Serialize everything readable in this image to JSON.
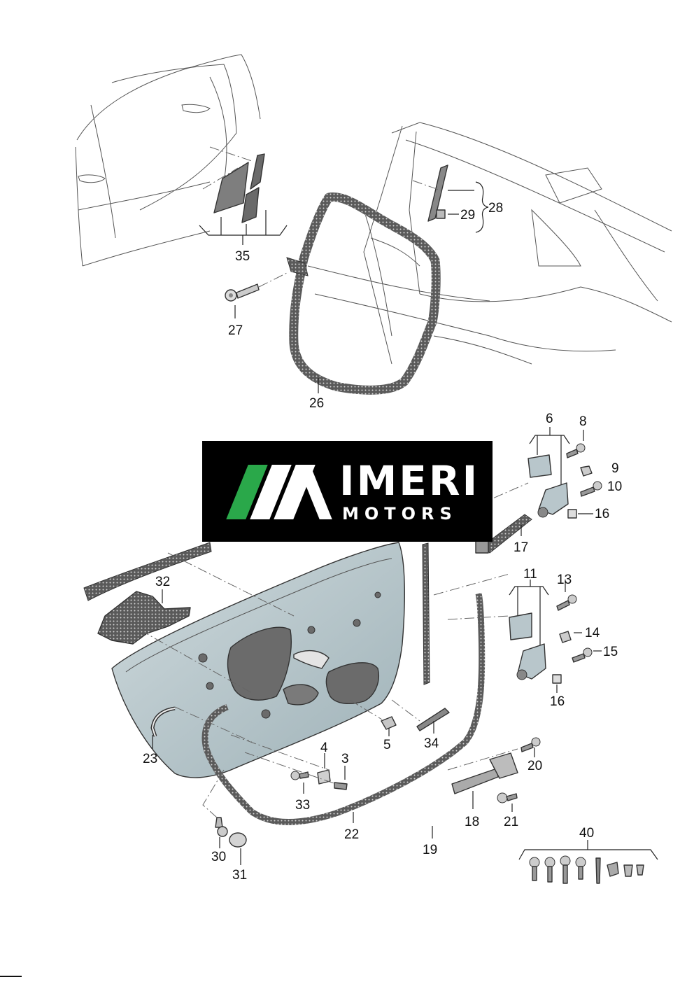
{
  "diagram": {
    "labels": {
      "p3": "3",
      "p4": "4",
      "p5": "5",
      "p6": "6",
      "p8": "8",
      "p9": "9",
      "p10": "10",
      "p11": "11",
      "p13": "13",
      "p14": "14",
      "p15": "15",
      "p16a": "16",
      "p16b": "16",
      "p17": "17",
      "p18": "18",
      "p19": "19",
      "p20": "20",
      "p21": "21",
      "p22": "22",
      "p23": "23",
      "p26": "26",
      "p27": "27",
      "p28": "28",
      "p29": "29",
      "p30": "30",
      "p31": "31",
      "p32": "32",
      "p33": "33",
      "p34": "34",
      "p35": "35",
      "p40": "40"
    }
  },
  "logo": {
    "line1": "IMERI",
    "line2": "MOTORS",
    "colors": {
      "background": "#000000",
      "text": "#ffffff",
      "stripe_green": "#2aa84a",
      "stripe_white": "#ffffff"
    }
  },
  "colors": {
    "door_panel": "#b7c7cc",
    "door_shadow": "#8a9ba1",
    "seal": "#555555",
    "line": "#333333"
  }
}
